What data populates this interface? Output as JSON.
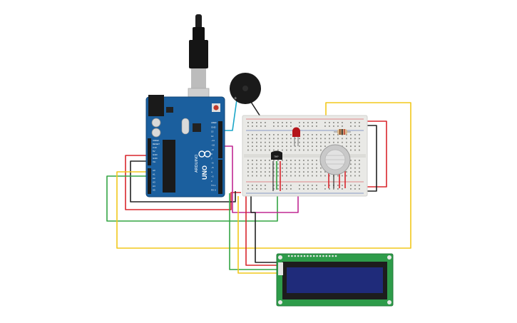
{
  "arduino": {
    "brand_text": "ARDUINO",
    "model_text": "UNO",
    "header_left": [
      "IOREF",
      "RESET",
      "3.3V",
      "5V",
      "GND",
      "GND",
      "Vin"
    ],
    "analog_pins": [
      "A0",
      "A1",
      "A2",
      "A3",
      "A4",
      "A5"
    ],
    "header_right": [
      "AREF",
      "GND",
      "13",
      "12",
      "~11",
      "~10",
      "~9",
      "8",
      "7",
      "~6",
      "~5",
      "4",
      "~3",
      "2",
      "TX 1",
      "RX 0"
    ]
  },
  "sensor": {
    "label": "TMP"
  },
  "colors": {
    "arduino_board": "#1b5f9e",
    "breadboard": "#e9e9e6",
    "lcd_pcb": "#2e9c4a",
    "lcd_screen": "#1f2b7a",
    "wire_red": "#d8262c",
    "wire_black": "#222222",
    "wire_green": "#33a544",
    "wire_yellow": "#f2c81b",
    "wire_magenta": "#c02893",
    "wire_cyan": "#1aa6c8",
    "led_red": "#b4141a",
    "buzzer": "#1a1a1a"
  },
  "icons": [
    "usb-cable-icon",
    "piezo-buzzer-icon",
    "led-icon",
    "resistor-icon",
    "gas-sensor-icon",
    "temperature-sensor-icon",
    "lcd-display-icon"
  ]
}
